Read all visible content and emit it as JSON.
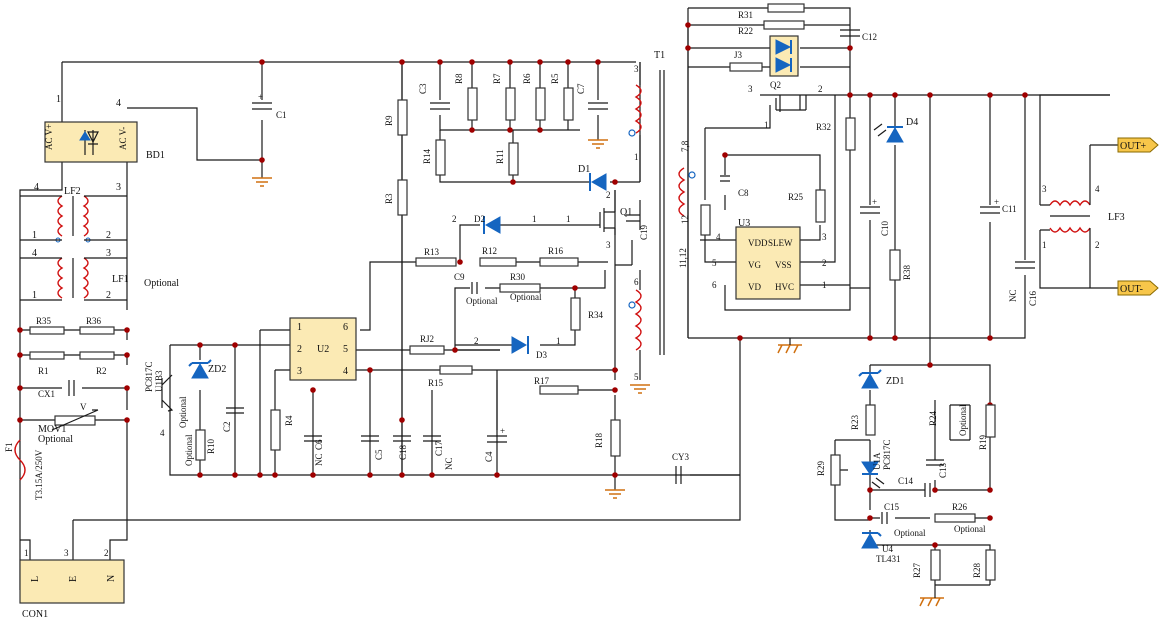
{
  "labels": {
    "ac_v_plus": "AC V+",
    "ac_v_minus": "AC V-",
    "bd1": "BD1",
    "lf1": "LF1",
    "lf2": "LF2",
    "lf3": "LF3",
    "optional": "Optional",
    "con1": "CON1",
    "pin_l": "L",
    "pin_e": "E",
    "pin_n": "N",
    "f1": "F1",
    "fuse_rating": "T3.15A/250V",
    "mov1": "MOV1",
    "mov_v": "V",
    "cx1": "CX1",
    "r35": "R35",
    "r36": "R36",
    "r1": "R1",
    "r2": "R2",
    "c1": "C1",
    "t1": "T1",
    "d1": "D1",
    "d2": "D2",
    "d3": "D3",
    "d4": "D4",
    "q1": "Q1",
    "q2": "Q2",
    "u2": "U2",
    "u3": "U3",
    "u4": "U4",
    "u1b": "U1B3",
    "pc817c": "PC817C",
    "u1a": "U1A",
    "zd1": "ZD1",
    "zd2": "ZD2",
    "tl431": "TL431",
    "nc": "NC",
    "out_plus": "OUT+",
    "out_minus": "OUT-",
    "r3": "R3",
    "r4": "R4",
    "r5": "R5",
    "r6": "R6",
    "r7": "R7",
    "r8": "R8",
    "r9": "R9",
    "r10": "R10",
    "r11": "R11",
    "r12": "R12",
    "r13": "R13",
    "r14": "R14",
    "r15": "R15",
    "r16": "R16",
    "r17": "R17",
    "r18": "R18",
    "r19": "R19",
    "r22": "R22",
    "r23": "R23",
    "r24": "R24",
    "r25": "R25",
    "r26": "R26",
    "r27": "R27",
    "r28": "R28",
    "r29": "R29",
    "r30": "R30",
    "r31": "R31",
    "r32": "R32",
    "r34": "R34",
    "r38": "R38",
    "rj2": "RJ2",
    "j3": "J3",
    "c2": "C2",
    "c3": "C3",
    "c4": "C4",
    "c5": "C5",
    "c6": "C6",
    "c7": "C7",
    "c8": "C8",
    "c9": "C9",
    "c10": "C10",
    "c11": "C11",
    "c12": "C12",
    "c13": "C13",
    "c14": "C14",
    "c15": "C15",
    "c16": "C16",
    "c17": "C17",
    "c18": "C18",
    "c19": "C19",
    "cy3": "CY3",
    "vdd": "VDD",
    "slew": "SLEW",
    "vg": "VG",
    "vss": "VSS",
    "vd": "VD",
    "hvc": "HVC",
    "pin_7_8": "7,8",
    "pin_11_12": "11,12",
    "pin_12_13": "12"
  }
}
